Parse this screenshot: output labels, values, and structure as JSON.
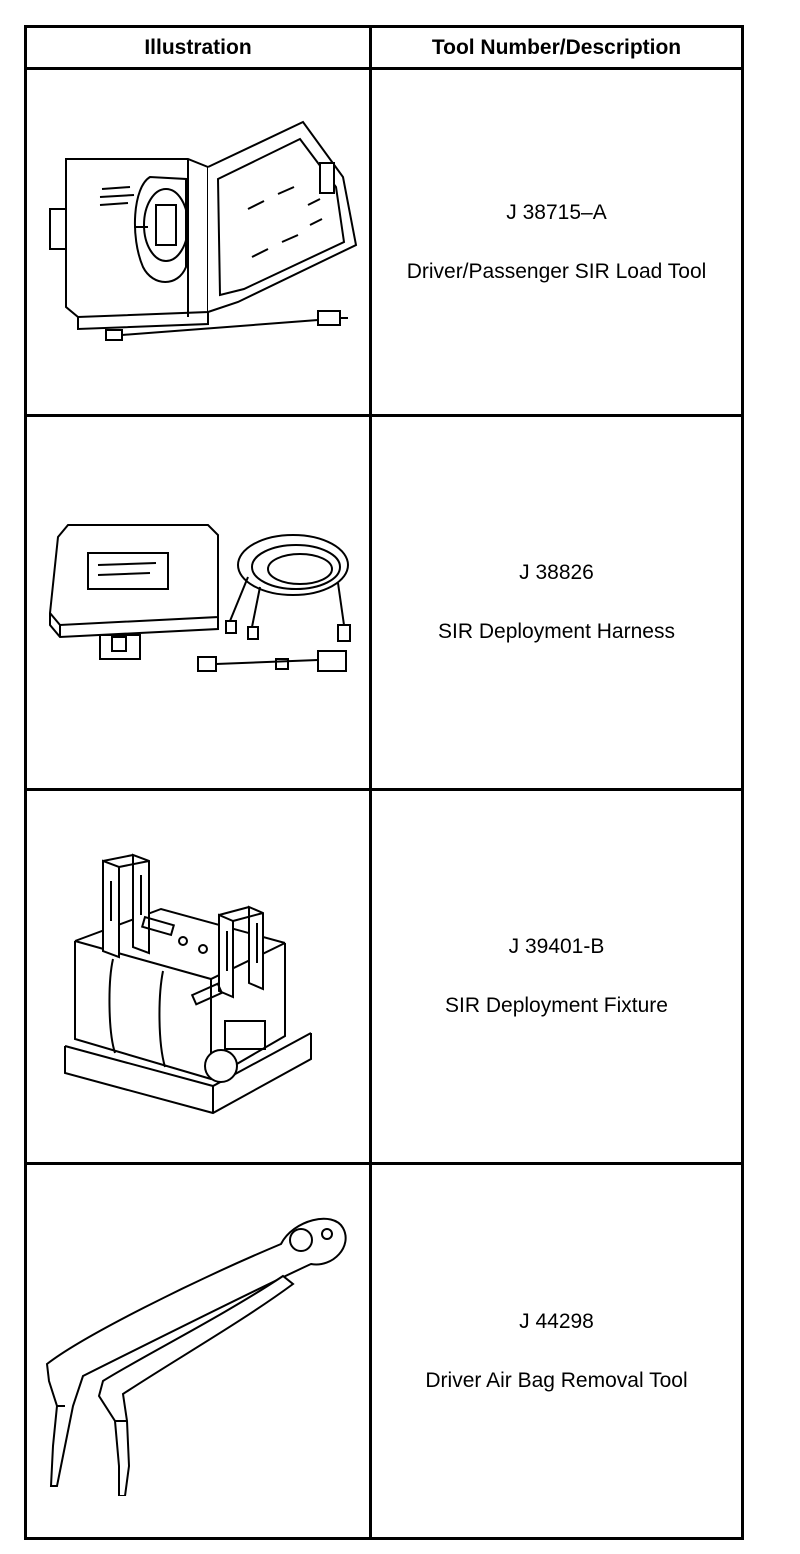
{
  "table": {
    "headers": {
      "illustration": "Illustration",
      "tool": "Tool Number/Description"
    },
    "rows": [
      {
        "tool_number": "J 38715–A",
        "description": "Driver/Passenger SIR Load Tool",
        "illustration_icon": "sir-load-tool-case-icon"
      },
      {
        "tool_number": "J 38826",
        "description": "SIR Deployment Harness",
        "illustration_icon": "deployment-harness-case-icon"
      },
      {
        "tool_number": "J 39401-B",
        "description": "SIR Deployment Fixture",
        "illustration_icon": "deployment-fixture-icon"
      },
      {
        "tool_number": "J 44298",
        "description": "Driver Air Bag Removal Tool",
        "illustration_icon": "air-bag-removal-tool-icon"
      }
    ]
  }
}
